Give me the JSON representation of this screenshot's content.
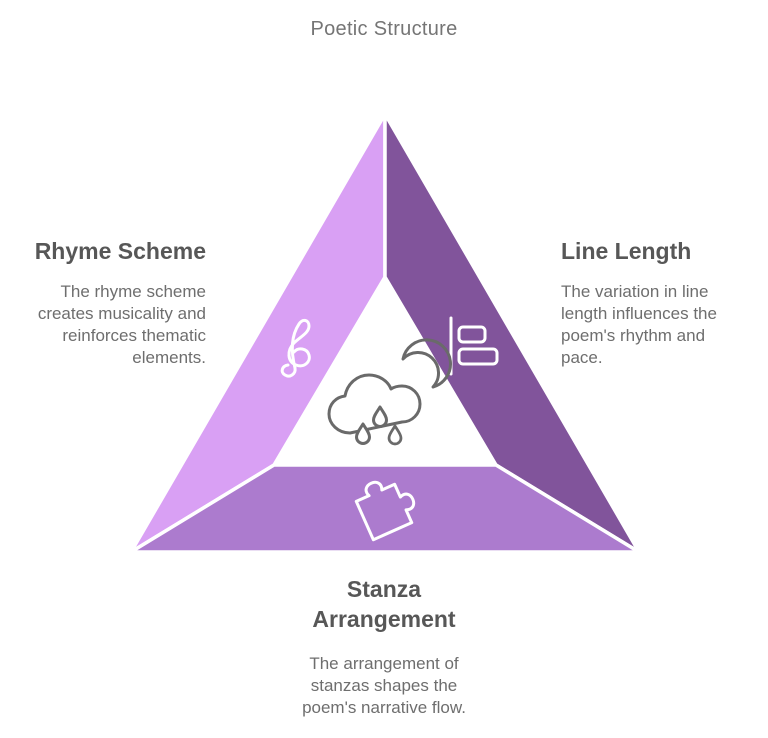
{
  "title": "Poetic Structure",
  "colors": {
    "left_band": "#d9a0f4",
    "right_band": "#81549b",
    "bottom_band": "#ac7bce",
    "icon_stroke": "#6a6a6a",
    "title_color": "#757575",
    "heading_color": "#575757",
    "body_color": "#6e6e6e"
  },
  "segments": {
    "left": {
      "heading": "Rhyme Scheme",
      "body": "The rhyme scheme\ncreates musicality and\nreinforces thematic\nelements.",
      "icon": "treble-clef"
    },
    "right": {
      "heading": "Line Length",
      "body": "The variation in line\nlength influences the\npoem's rhythm and\npace.",
      "icon": "align-left"
    },
    "bottom": {
      "heading": "Stanza\nArrangement",
      "body": "The arrangement of\nstanzas shapes the\npoem's narrative flow.",
      "icon": "puzzle-piece"
    }
  },
  "center_icon": "cloud-rain-moon"
}
